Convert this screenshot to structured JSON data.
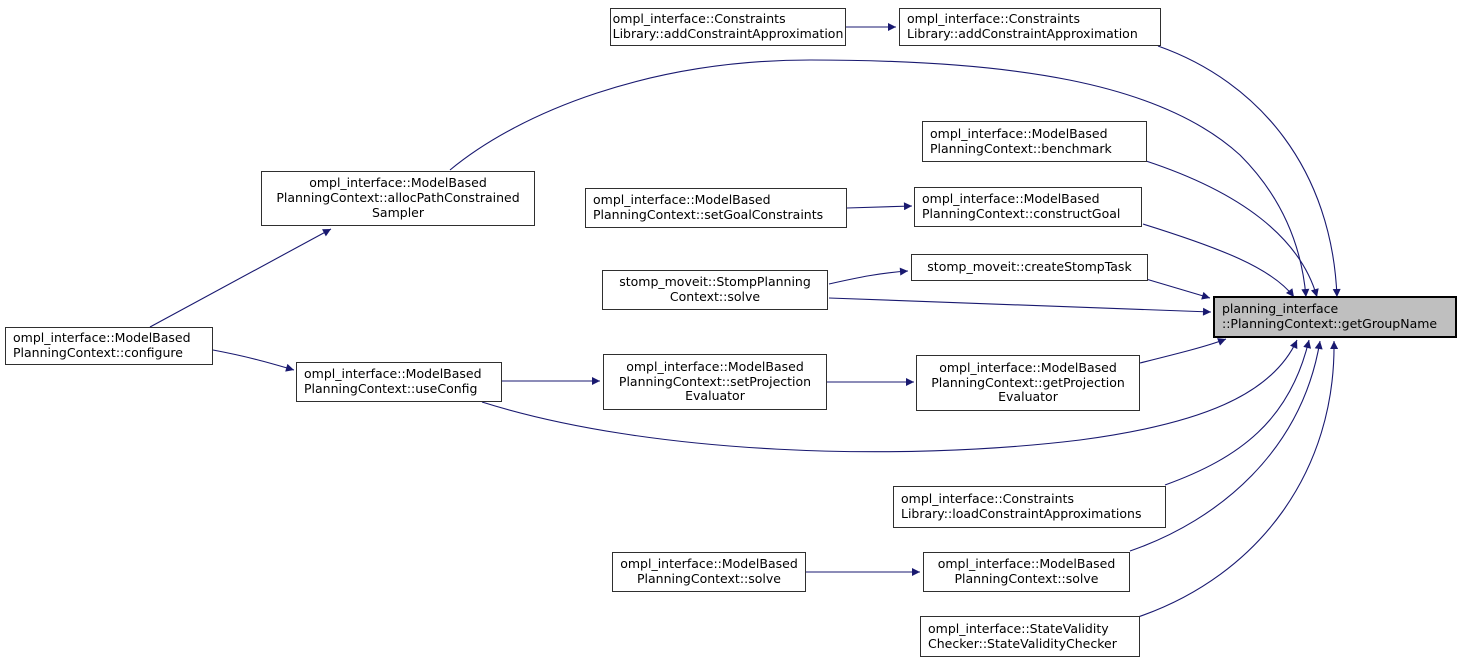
{
  "graph": {
    "type": "doxygen-caller-graph",
    "focus_function": "planning_interface::PlanningContext::getGroupName",
    "colors": {
      "edge": "#191970",
      "node_border": "#2f2f2f",
      "node_fill": "#ffffff",
      "highlight_fill": "#bfbfbf",
      "text": "#000000",
      "background": "#ffffff"
    }
  },
  "nodes": {
    "addca1": {
      "label": "ompl_interface::Constraints\nLibrary::addConstraintApproximation"
    },
    "addca2": {
      "label": "ompl_interface::Constraints\nLibrary::addConstraintApproximation"
    },
    "benchmark": {
      "label": "ompl_interface::ModelBased\nPlanningContext::benchmark"
    },
    "alloc": {
      "label": "ompl_interface::ModelBased\nPlanningContext::allocPathConstrained\nSampler"
    },
    "setgoal": {
      "label": "ompl_interface::ModelBased\nPlanningContext::setGoalConstraints"
    },
    "constructgoal": {
      "label": "ompl_interface::ModelBased\nPlanningContext::constructGoal"
    },
    "createstomp": {
      "label": "stomp_moveit::createStompTask"
    },
    "stompsolve": {
      "label": "stomp_moveit::StompPlanning\nContext::solve"
    },
    "getgroupname": {
      "label": "planning_interface\n::PlanningContext::getGroupName"
    },
    "configure": {
      "label": "ompl_interface::ModelBased\nPlanningContext::configure"
    },
    "useconfig": {
      "label": "ompl_interface::ModelBased\nPlanningContext::useConfig"
    },
    "setproj": {
      "label": "ompl_interface::ModelBased\nPlanningContext::setProjection\nEvaluator"
    },
    "getproj": {
      "label": "ompl_interface::ModelBased\nPlanningContext::getProjection\nEvaluator"
    },
    "loadca": {
      "label": "ompl_interface::Constraints\nLibrary::loadConstraintApproximations"
    },
    "solve1": {
      "label": "ompl_interface::ModelBased\nPlanningContext::solve"
    },
    "solve2": {
      "label": "ompl_interface::ModelBased\nPlanningContext::solve"
    },
    "svc": {
      "label": "ompl_interface::StateValidity\nChecker::StateValidityChecker"
    }
  },
  "edges": [
    {
      "from": "addca1",
      "to": "addca2"
    },
    {
      "from": "addca2",
      "to": "getgroupname"
    },
    {
      "from": "alloc",
      "to": "getgroupname"
    },
    {
      "from": "configure",
      "to": "alloc"
    },
    {
      "from": "configure",
      "to": "useconfig"
    },
    {
      "from": "benchmark",
      "to": "getgroupname"
    },
    {
      "from": "setgoal",
      "to": "constructgoal"
    },
    {
      "from": "constructgoal",
      "to": "getgroupname"
    },
    {
      "from": "stompsolve",
      "to": "createstomp"
    },
    {
      "from": "createstomp",
      "to": "getgroupname"
    },
    {
      "from": "stompsolve",
      "to": "getgroupname"
    },
    {
      "from": "useconfig",
      "to": "setproj"
    },
    {
      "from": "setproj",
      "to": "getproj"
    },
    {
      "from": "getproj",
      "to": "getgroupname"
    },
    {
      "from": "useconfig",
      "to": "getgroupname"
    },
    {
      "from": "loadca",
      "to": "getgroupname"
    },
    {
      "from": "solve1",
      "to": "solve2"
    },
    {
      "from": "solve2",
      "to": "getgroupname"
    },
    {
      "from": "svc",
      "to": "getgroupname"
    }
  ]
}
